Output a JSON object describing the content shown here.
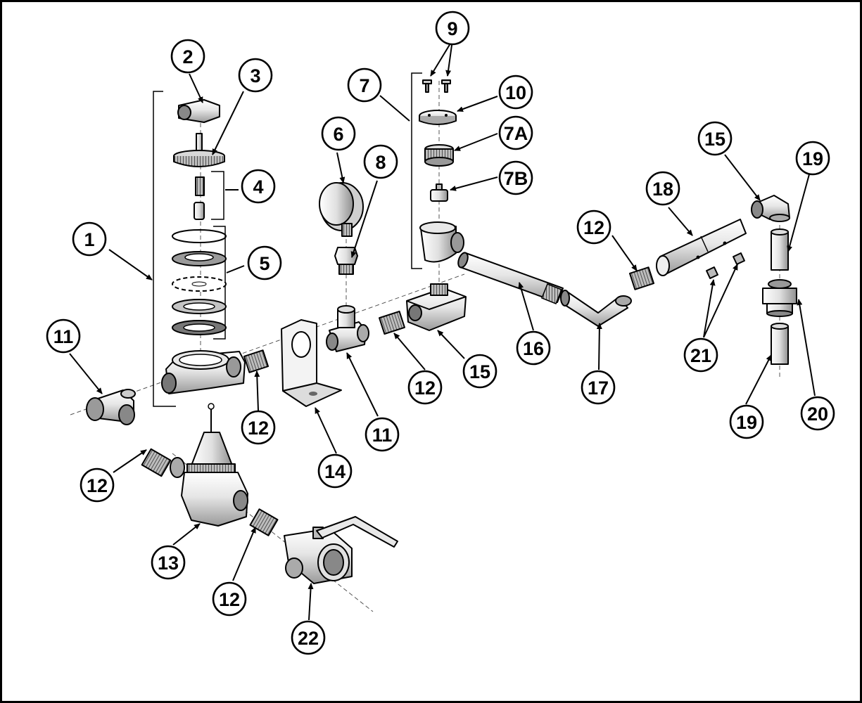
{
  "diagram": {
    "colors": {
      "ink": "#000000",
      "paper": "#ffffff",
      "shade": "#cfcfcf",
      "dark": "#8a8a8a"
    },
    "callouts": [
      {
        "id": "c1",
        "label": "1"
      },
      {
        "id": "c2",
        "label": "2"
      },
      {
        "id": "c3",
        "label": "3"
      },
      {
        "id": "c4",
        "label": "4"
      },
      {
        "id": "c5",
        "label": "5"
      },
      {
        "id": "c6",
        "label": "6"
      },
      {
        "id": "c7",
        "label": "7"
      },
      {
        "id": "c8",
        "label": "8"
      },
      {
        "id": "c9",
        "label": "9"
      },
      {
        "id": "c10",
        "label": "10"
      },
      {
        "id": "c7a",
        "label": "7A"
      },
      {
        "id": "c7b",
        "label": "7B"
      },
      {
        "id": "c11a",
        "label": "11"
      },
      {
        "id": "c11b",
        "label": "11"
      },
      {
        "id": "c12a",
        "label": "12"
      },
      {
        "id": "c12b",
        "label": "12"
      },
      {
        "id": "c12c",
        "label": "12"
      },
      {
        "id": "c12d",
        "label": "12"
      },
      {
        "id": "c12e",
        "label": "12"
      },
      {
        "id": "c13",
        "label": "13"
      },
      {
        "id": "c14",
        "label": "14"
      },
      {
        "id": "c15a",
        "label": "15"
      },
      {
        "id": "c15b",
        "label": "15"
      },
      {
        "id": "c16",
        "label": "16"
      },
      {
        "id": "c17",
        "label": "17"
      },
      {
        "id": "c18",
        "label": "18"
      },
      {
        "id": "c19a",
        "label": "19"
      },
      {
        "id": "c19b",
        "label": "19"
      },
      {
        "id": "c20",
        "label": "20"
      },
      {
        "id": "c21",
        "label": "21"
      },
      {
        "id": "c22",
        "label": "22"
      }
    ]
  }
}
